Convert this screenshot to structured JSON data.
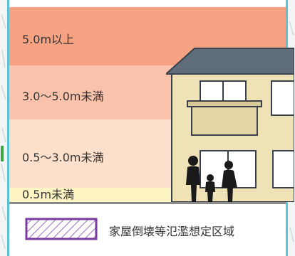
{
  "bands": [
    {
      "label": "5.0m以上"
    },
    {
      "label": "3.0～5.0m未満"
    },
    {
      "label": "0.5～3.0m未満"
    },
    {
      "label": "0.5m未満"
    }
  ],
  "legend": {
    "label": "家屋倒壊等氾濫想定区域"
  },
  "colors": {
    "band_5m_plus": "#f7a383",
    "band_3_to_5m": "#fac2aa",
    "band_05_to_3m": "#fde0cc",
    "band_under_05m": "#fdf4c4",
    "legend_purple": "#7b3aa0",
    "frame_teal": "#5cc2d6"
  }
}
